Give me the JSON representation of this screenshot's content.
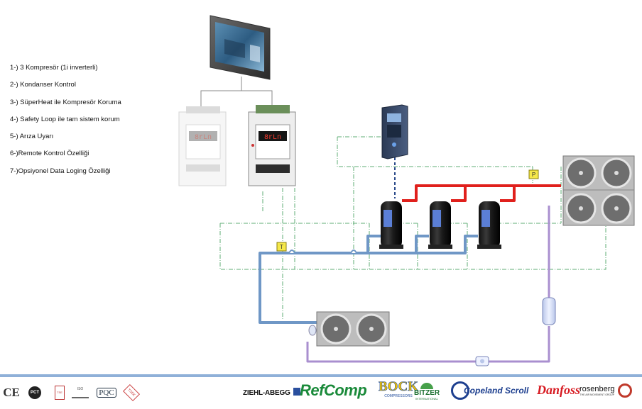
{
  "features": [
    "1-) 3 Kompresör (1i inverterli)",
    "2-) Kondanser Kontrol",
    "3-) SüperHeat ile Kompresör Koruma",
    "4-) Safety Loop ile tam sistem korum",
    "5-) Arıza Uyarı",
    "6-)Remote Kontrol Özelliği",
    "7-)Opsiyonel Data Loging Özelliği"
  ],
  "controller_display": "8rLn",
  "sensors": {
    "temperature": "T",
    "pressure": "P"
  },
  "certifications": [
    "CE",
    "PCT",
    "TSE",
    "ISO",
    "PQC",
    "TSEK"
  ],
  "brands": {
    "ziehl_abegg": "ZIEHL-ABEGG",
    "refcomp": "RefComp",
    "bock": "BOCK",
    "bock_sub": "COMPRESSORS",
    "bitzer": "BITZER",
    "bitzer_sub": "INTERNATIONAL",
    "copeland": "Copeland Scroll",
    "danfoss": "Danfoss",
    "rosenberg": "rosenberg",
    "rosenberg_sub": "THE AIR MOVEMENT GROUP"
  },
  "colors": {
    "discharge_line": "#e0201c",
    "suction_line": "#6f97c6",
    "liquid_line": "#a98fcf",
    "control_wire": "#5fae75",
    "accent_blue": "#8fb0d8",
    "refcomp_green": "#1a8a3a",
    "danfoss_red": "#d71920"
  }
}
